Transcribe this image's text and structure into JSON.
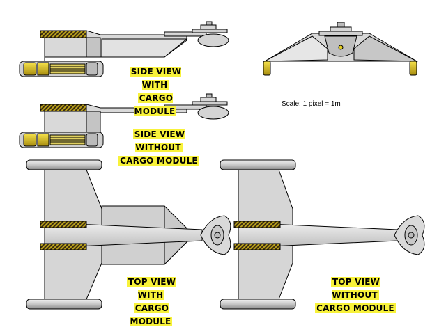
{
  "labels": {
    "side_with": [
      "SIDE VIEW WITH",
      "CARGO MODULE"
    ],
    "side_without": [
      "SIDE VIEW WITHOUT",
      "CARGO MODULE"
    ],
    "top_with": [
      "TOP VIEW WITH",
      "CARGO MODULE"
    ],
    "top_without": [
      "TOP VIEW WITHOUT",
      "CARGO MODULE"
    ]
  },
  "scale_text": "Scale: 1 pixel = 1m",
  "colors": {
    "hull": "#d8d8d8",
    "hull_dark": "#a8a8a8",
    "outline": "#000000",
    "accent_yellow": "#d6c21a",
    "label_highlight": "#f8f23a"
  }
}
